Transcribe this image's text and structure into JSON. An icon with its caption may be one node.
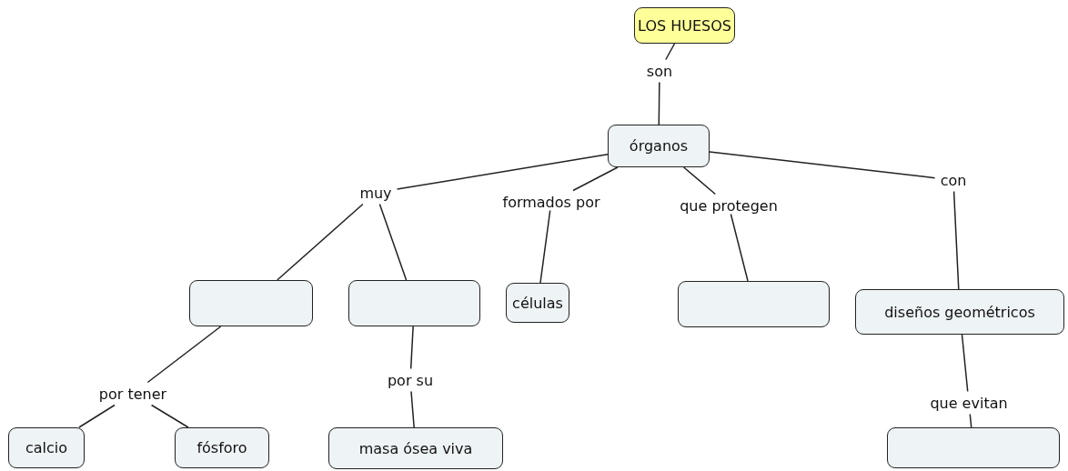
{
  "diagram": {
    "nodes": [
      {
        "text": [
          "LOS HUESOS"
        ]
      },
      {
        "text": [
          "son"
        ]
      },
      {
        "text": [
          "órganos"
        ]
      },
      {
        "text": [
          "muy"
        ]
      },
      {
        "text": [
          "formados por"
        ]
      },
      {
        "text": [
          "que protegen"
        ]
      },
      {
        "text": [
          "con"
        ]
      },
      {
        "text": [],
        "shape": "box"
      },
      {
        "text": [],
        "shape": "box"
      },
      {
        "text": [
          "células"
        ]
      },
      {
        "text": [],
        "shape": "box"
      },
      {
        "text": [
          "diseños geométricos"
        ]
      },
      {
        "text": [
          "por tener"
        ]
      },
      {
        "text": [
          "por su"
        ]
      },
      {
        "text": [
          "que evitan"
        ]
      },
      {
        "text": [
          "calcio"
        ]
      },
      {
        "text": [
          "fósforo"
        ]
      },
      {
        "text": [
          "masa ósea viva"
        ]
      },
      {
        "text": [],
        "shape": "box"
      }
    ],
    "edges": [
      {
        "from": 0,
        "to": 1,
        "arrow": "none"
      },
      {
        "from": 1,
        "to": 2,
        "arrow": "none"
      },
      {
        "from": 2,
        "to": 3,
        "arrow": "none"
      },
      {
        "from": 2,
        "to": 4,
        "arrow": "none"
      },
      {
        "from": 2,
        "to": 5,
        "arrow": "none"
      },
      {
        "from": 2,
        "to": 6,
        "arrow": "none"
      },
      {
        "from": 3,
        "to": 7,
        "arrow": "none"
      },
      {
        "from": 3,
        "to": 8,
        "arrow": "none"
      },
      {
        "from": 4,
        "to": 9,
        "arrow": "none"
      },
      {
        "from": 5,
        "to": 10,
        "arrow": "none"
      },
      {
        "from": 6,
        "to": 11,
        "arrow": "none"
      },
      {
        "from": 7,
        "to": 12,
        "arrow": "none"
      },
      {
        "from": 8,
        "to": 13,
        "arrow": "none"
      },
      {
        "from": 12,
        "to": 15,
        "arrow": "none"
      },
      {
        "from": 12,
        "to": 16,
        "arrow": "none"
      },
      {
        "from": 13,
        "to": 17,
        "arrow": "none"
      },
      {
        "from": 11,
        "to": 14,
        "arrow": "none"
      },
      {
        "from": 14,
        "to": 18,
        "arrow": "none"
      }
    ]
  }
}
